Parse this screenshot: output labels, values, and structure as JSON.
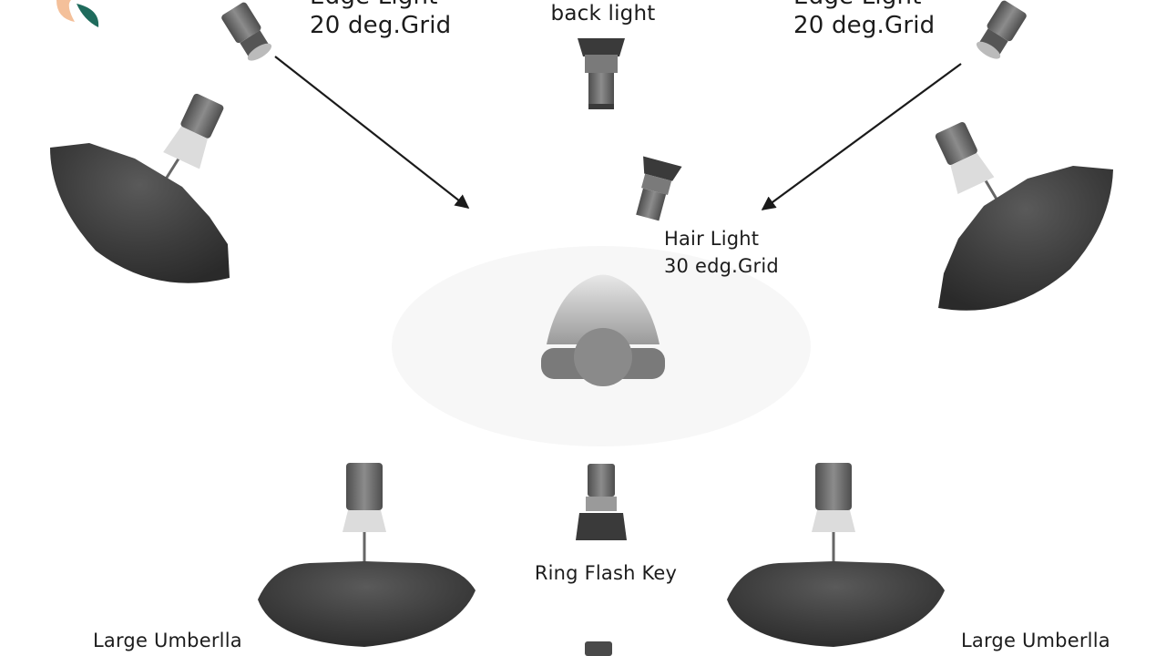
{
  "labels": {
    "edge_light_left_line1": "Edge Light",
    "edge_light_left_line2": "20 deg.Grid",
    "edge_light_right_line1": "Edge Light",
    "edge_light_right_line2": "20 deg.Grid",
    "back_light": "back light",
    "hair_light_line1": "Hair Light",
    "hair_light_line2": "30 edg.Grid",
    "ring_flash_key": "Ring Flash Key",
    "large_umbrella_left": "Large Umberlla",
    "large_umbrella_right": "Large Umberlla"
  },
  "logo": {
    "colors": [
      "#f4c09a",
      "#1f6b5c"
    ]
  },
  "colors": {
    "umbrella": "#3c3c3c",
    "light_body": "#6a6a6a",
    "subject": "#8a8a8a",
    "arrow": "#1a1a1a"
  }
}
